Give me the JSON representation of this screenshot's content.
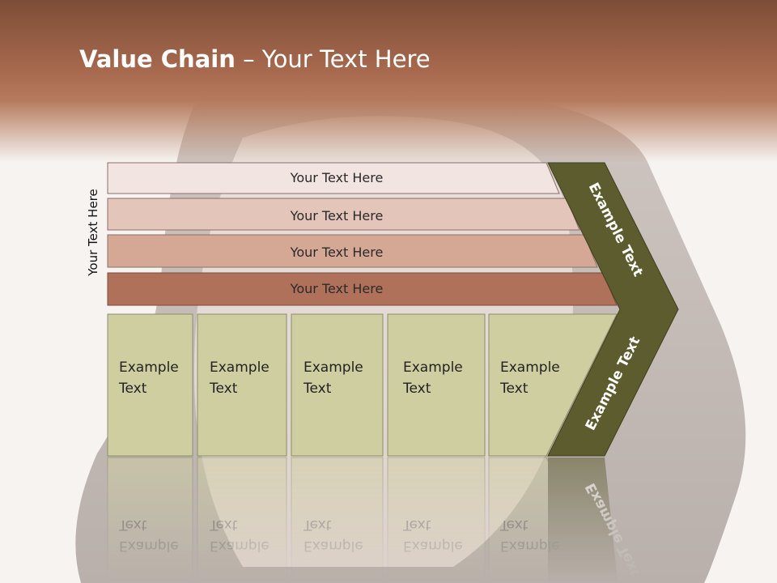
{
  "slide": {
    "title_bold": "Value Chain",
    "title_rest": " – Your Text Here",
    "vertical_label": "Your Text Here"
  },
  "rows": [
    {
      "label": "Your Text Here",
      "color": "#f1e4e1"
    },
    {
      "label": "Your Text Here",
      "color": "#e3c5b9"
    },
    {
      "label": "Your Text Here",
      "color": "#d4a894"
    },
    {
      "label": "Your Text Here",
      "color": "#b0715a"
    }
  ],
  "boxes": [
    {
      "line1": "Example",
      "line2": "Text"
    },
    {
      "line1": "Example",
      "line2": "Text"
    },
    {
      "line1": "Example",
      "line2": "Text"
    },
    {
      "line1": "Example",
      "line2": "Text"
    },
    {
      "line1": "Example",
      "line2": "Text"
    }
  ],
  "arrow": {
    "upper_label": "Example Text",
    "lower_label": "Example Text",
    "color": "#5d5c2f"
  },
  "colors": {
    "box_fill": "#cfcea0",
    "header_brown": "#a86a4f"
  }
}
